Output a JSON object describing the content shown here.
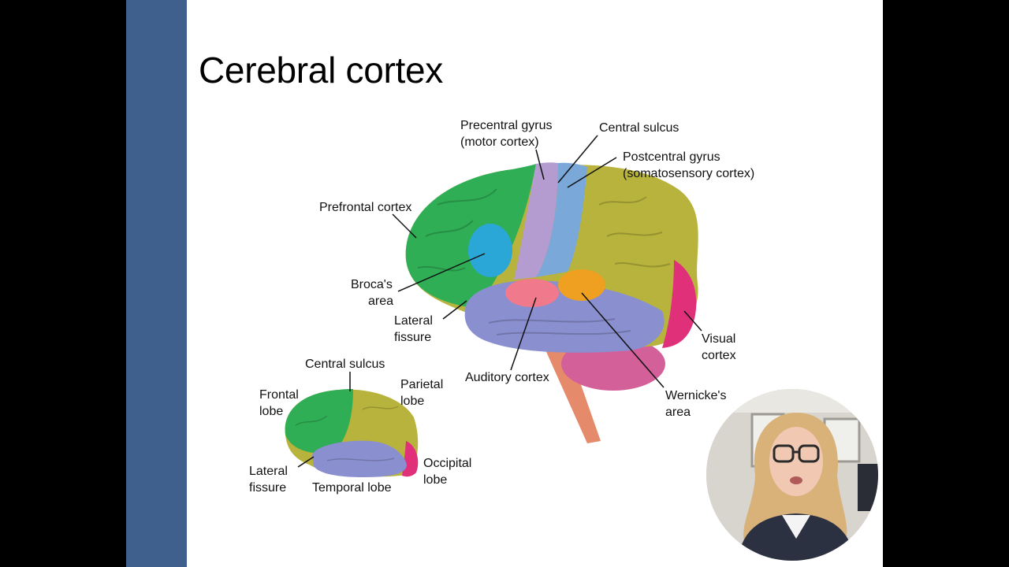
{
  "slide": {
    "title": "Cerebral cortex"
  },
  "large_brain_labels": {
    "precentral": [
      "Precentral gyrus",
      "(motor cortex)"
    ],
    "central_sulcus": "Central sulcus",
    "postcentral": [
      "Postcentral gyrus",
      "(somatosensory cortex)"
    ],
    "prefrontal": "Prefrontal cortex",
    "brocas": [
      "Broca's",
      "area"
    ],
    "lateral_fissure": [
      "Lateral",
      "fissure"
    ],
    "auditory": "Auditory cortex",
    "visual": [
      "Visual",
      "cortex"
    ],
    "wernickes": [
      "Wernicke's",
      "area"
    ]
  },
  "small_brain_labels": {
    "central_sulcus": "Central sulcus",
    "frontal": [
      "Frontal",
      "lobe"
    ],
    "parietal": [
      "Parietal",
      "lobe"
    ],
    "lateral_fissure": [
      "Lateral",
      "fissure"
    ],
    "temporal": "Temporal lobe",
    "occipital": [
      "Occipital",
      "lobe"
    ]
  },
  "colors": {
    "sidebar": "#3f5f8c",
    "frontal_green": "#2fae55",
    "broca_blue": "#2aa7d6",
    "motor_lavender": "#b49bd0",
    "somatosensory_blue": "#7aa8d8",
    "parietal_olive": "#b8b33c",
    "temporal_periwinkle": "#8a8fcf",
    "auditory_pink": "#f07a8c",
    "wernicke_orange": "#f0a020",
    "visual_magenta": "#e0307a"
  }
}
